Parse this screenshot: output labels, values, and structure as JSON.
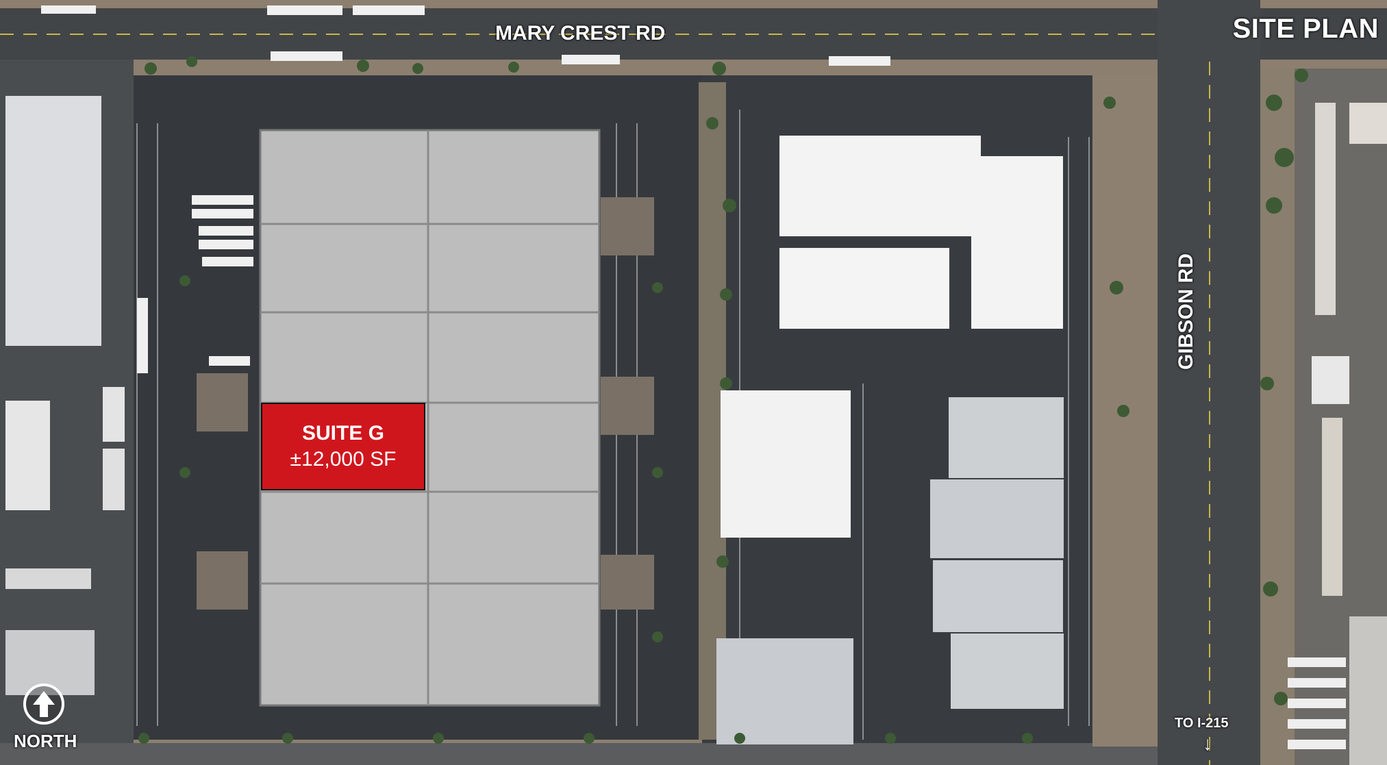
{
  "map": {
    "title": "SITE PLAN",
    "streets": {
      "top": "MARY CREST RD",
      "right": "GIBSON RD"
    },
    "direction_note": "TO I-215",
    "north_label": "NORTH",
    "highlight": {
      "name": "SUITE G",
      "area": "±12,000 SF",
      "color": "#d0161d"
    },
    "colors": {
      "suite_fill": "#bdbdbd",
      "asphalt": "#34383c",
      "roof": "#f2f2f2"
    },
    "icons": [
      "north-arrow-icon",
      "down-arrow-icon"
    ]
  }
}
